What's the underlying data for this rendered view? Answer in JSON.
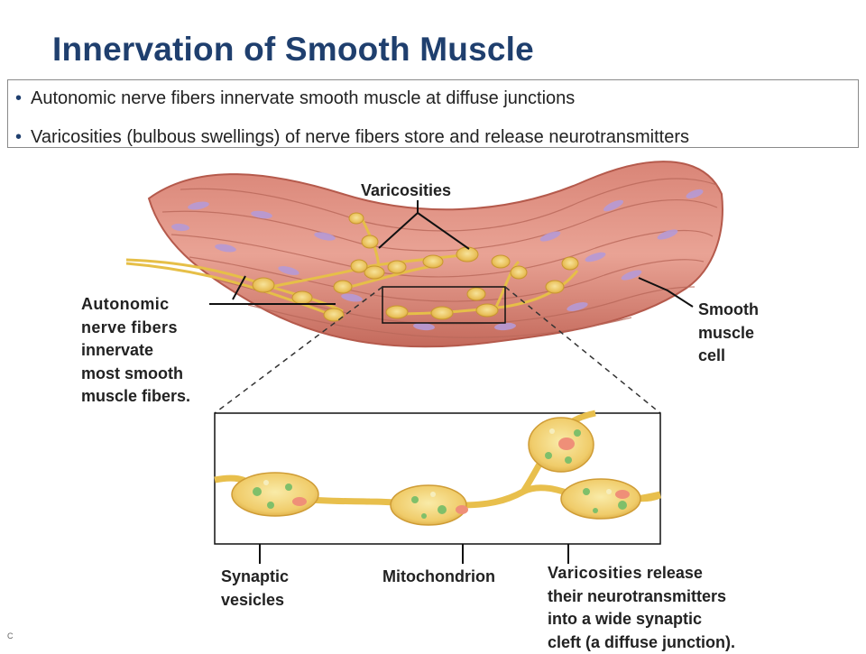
{
  "title": "Innervation of Smooth Muscle",
  "bullets": [
    "Autonomic nerve fibers innervate smooth muscle at diffuse junctions",
    "Varicosities (bulbous swellings) of nerve fibers store and release neurotransmitters"
  ],
  "labels": {
    "varicosities_top": "Varicosities",
    "autonomic": {
      "bold_lines": [
        "Autonomic",
        "nerve fibers"
      ],
      "lines": [
        "innervate",
        "most smooth",
        "muscle fibers."
      ]
    },
    "smooth_muscle": [
      "Smooth",
      "muscle",
      "cell"
    ],
    "synaptic_vesicles": [
      "Synaptic",
      "vesicles"
    ],
    "mitochondrion": "Mitochondrion",
    "varicosities_release": {
      "bold": "Varicosities",
      "first_line_rest": " release",
      "lines": [
        "their neurotransmitters",
        "into a wide synaptic",
        "cleft (a diffuse junction)."
      ]
    }
  },
  "footer": "C"
}
